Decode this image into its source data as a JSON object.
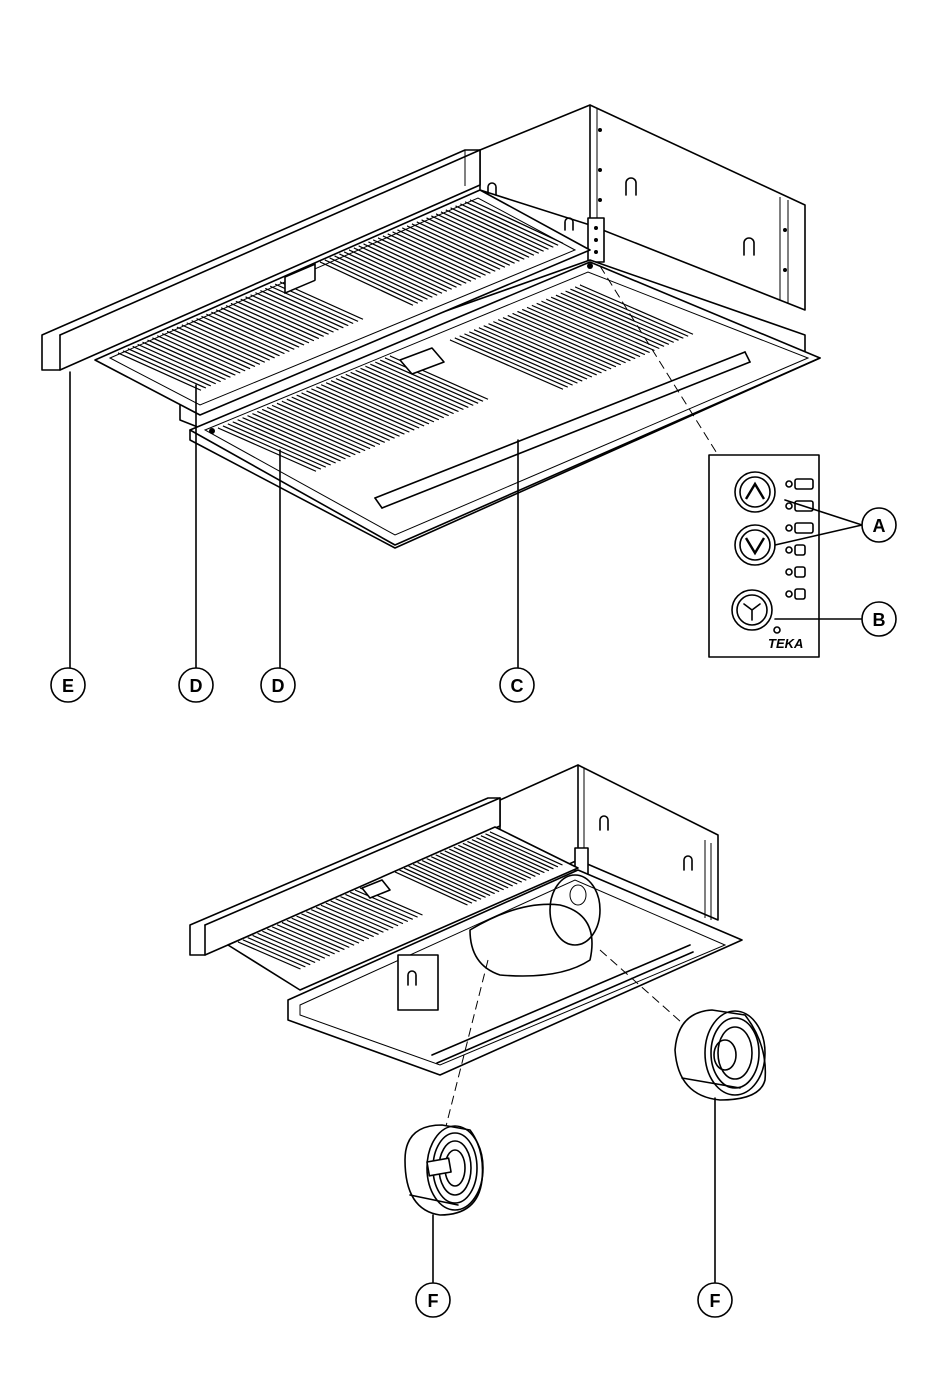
{
  "callouts": {
    "a": "A",
    "b": "B",
    "c": "C",
    "d1": "D",
    "d2": "D",
    "e": "E",
    "f1": "F",
    "f2": "F"
  },
  "panel": {
    "brand": "TEKA",
    "buttons": [
      "arrow-up",
      "arrow-down",
      "fan"
    ],
    "indicator_lights": 6
  }
}
